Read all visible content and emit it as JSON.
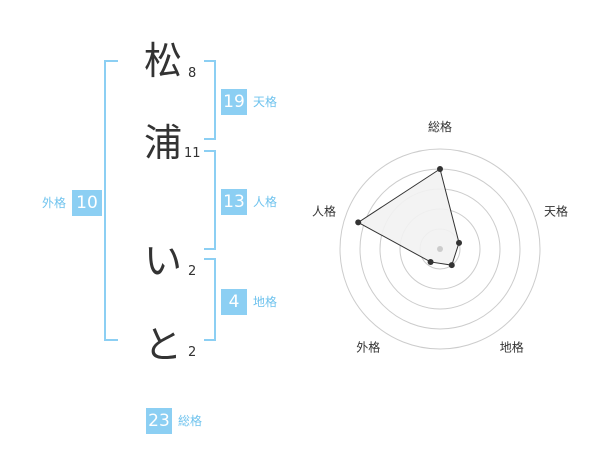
{
  "name": {
    "chars": [
      {
        "text": "松",
        "strokes": "8"
      },
      {
        "text": "浦",
        "strokes": "11"
      },
      {
        "text": "い",
        "strokes": "2"
      },
      {
        "text": "と",
        "strokes": "2"
      }
    ]
  },
  "fortune": {
    "tenkaku": {
      "value": "19",
      "label": "天格"
    },
    "jinkaku": {
      "value": "13",
      "label": "人格"
    },
    "chikaku": {
      "value": "4",
      "label": "地格"
    },
    "gaikaku": {
      "value": "10",
      "label": "外格"
    },
    "soukaku": {
      "value": "23",
      "label": "総格"
    }
  },
  "chart_data": {
    "type": "radar",
    "axes": [
      "総格",
      "天格",
      "地格",
      "外格",
      "人格"
    ],
    "values": [
      4,
      1,
      1,
      0.8,
      4.3
    ],
    "rmax": 5,
    "rings": 5,
    "colors": {
      "fill": "#f2f2f2",
      "stroke": "#333333",
      "grid": "#cccccc",
      "point": "#333333"
    }
  }
}
